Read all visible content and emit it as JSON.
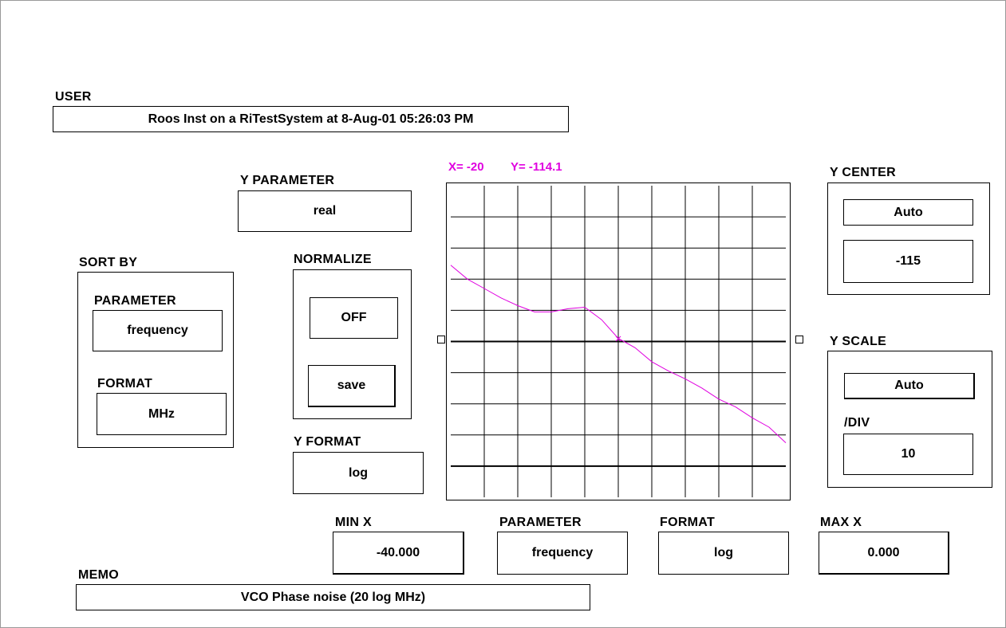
{
  "user": {
    "label": "USER",
    "value": "Roos Inst on a RiTestSystem at 8-Aug-01  05:26:03 PM"
  },
  "y_parameter": {
    "label": "Y PARAMETER",
    "value": "real"
  },
  "sort_by": {
    "label": "SORT BY",
    "parameter_label": "PARAMETER",
    "parameter_value": "frequency",
    "format_label": "FORMAT",
    "format_value": "MHz"
  },
  "normalize": {
    "label": "NORMALIZE",
    "state": "OFF",
    "save_label": "save"
  },
  "y_format": {
    "label": "Y FORMAT",
    "value": "log"
  },
  "cursor": {
    "x_text": "X= -20",
    "y_text": "Y= -114.1"
  },
  "y_center": {
    "label": "Y CENTER",
    "mode": "Auto",
    "value": "-115"
  },
  "y_scale": {
    "label": "Y SCALE",
    "mode": "Auto",
    "div_label": "/DIV",
    "div_value": "10"
  },
  "x_axis": {
    "min_label": "MIN X",
    "min_value": "-40.000",
    "parameter_label": "PARAMETER",
    "parameter_value": "frequency",
    "format_label": "FORMAT",
    "format_value": "log",
    "max_label": "MAX X",
    "max_value": "0.000"
  },
  "memo": {
    "label": "MEMO",
    "value": "VCO Phase noise (20 log MHz)"
  },
  "colors": {
    "trace": "#e000e0",
    "grid": "#000000"
  },
  "chart_data": {
    "type": "line",
    "xlim": [
      -40,
      0
    ],
    "ylim": [
      -165,
      -65
    ],
    "grid": true,
    "x_divisions": 10,
    "y_divisions": 10,
    "cursor": {
      "x": -20,
      "y": -114.1
    },
    "series": [
      {
        "color": "#e000e0",
        "x": [
          -40,
          -38,
          -36,
          -34,
          -32,
          -30,
          -28,
          -26,
          -24,
          -22,
          -20,
          -18,
          -16,
          -14,
          -12,
          -10,
          -8,
          -6,
          -4,
          -2,
          0
        ],
        "y": [
          -90.5,
          -95,
          -98,
          -101,
          -103.5,
          -105.5,
          -105.5,
          -104.5,
          -104,
          -108,
          -114,
          -117,
          -121.5,
          -124.5,
          -127,
          -130,
          -133.5,
          -136,
          -139.5,
          -142.5,
          -147.5
        ]
      }
    ]
  }
}
